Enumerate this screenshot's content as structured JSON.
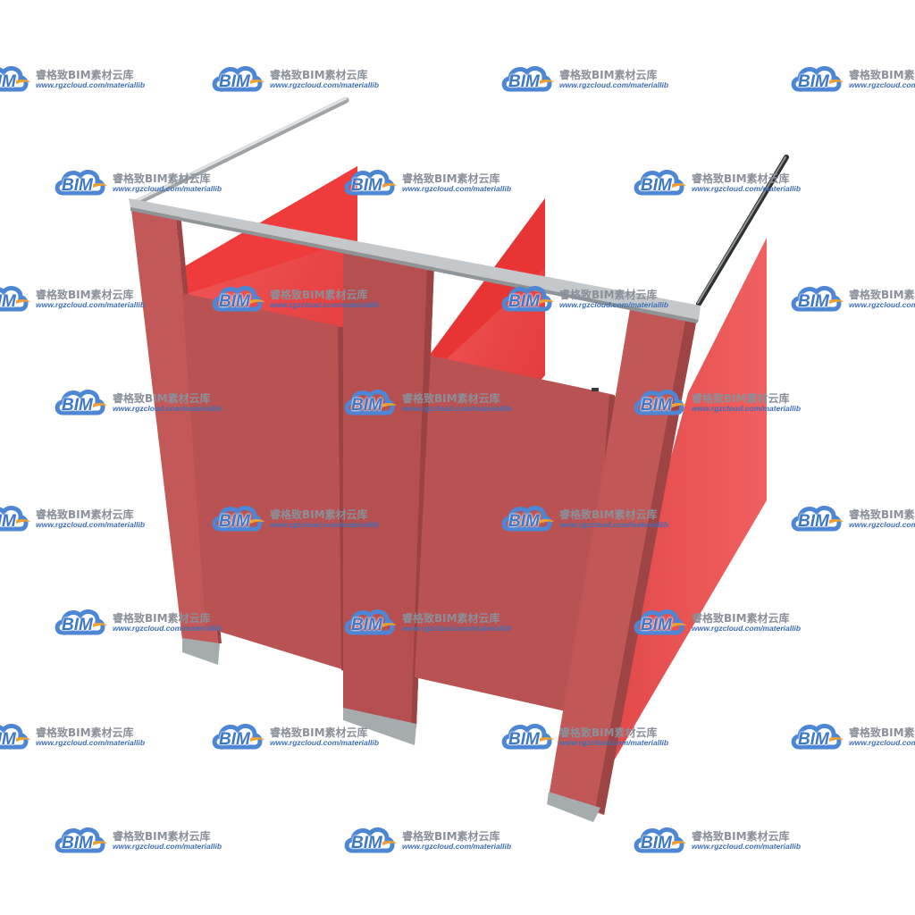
{
  "watermark": {
    "logo_text": "BIM",
    "title": "睿格致BIM素材云库",
    "url": "www.rgzcloud.com/materiallib",
    "cloud_color": "#4d86d4",
    "swoosh_color": "#f0a030"
  },
  "model": {
    "object": "toilet partition cubicles",
    "panel_color": "#d9534f",
    "door_color": "#b85252",
    "rail_color": "#b8bcbf",
    "shoe_color": "#a7abae"
  }
}
